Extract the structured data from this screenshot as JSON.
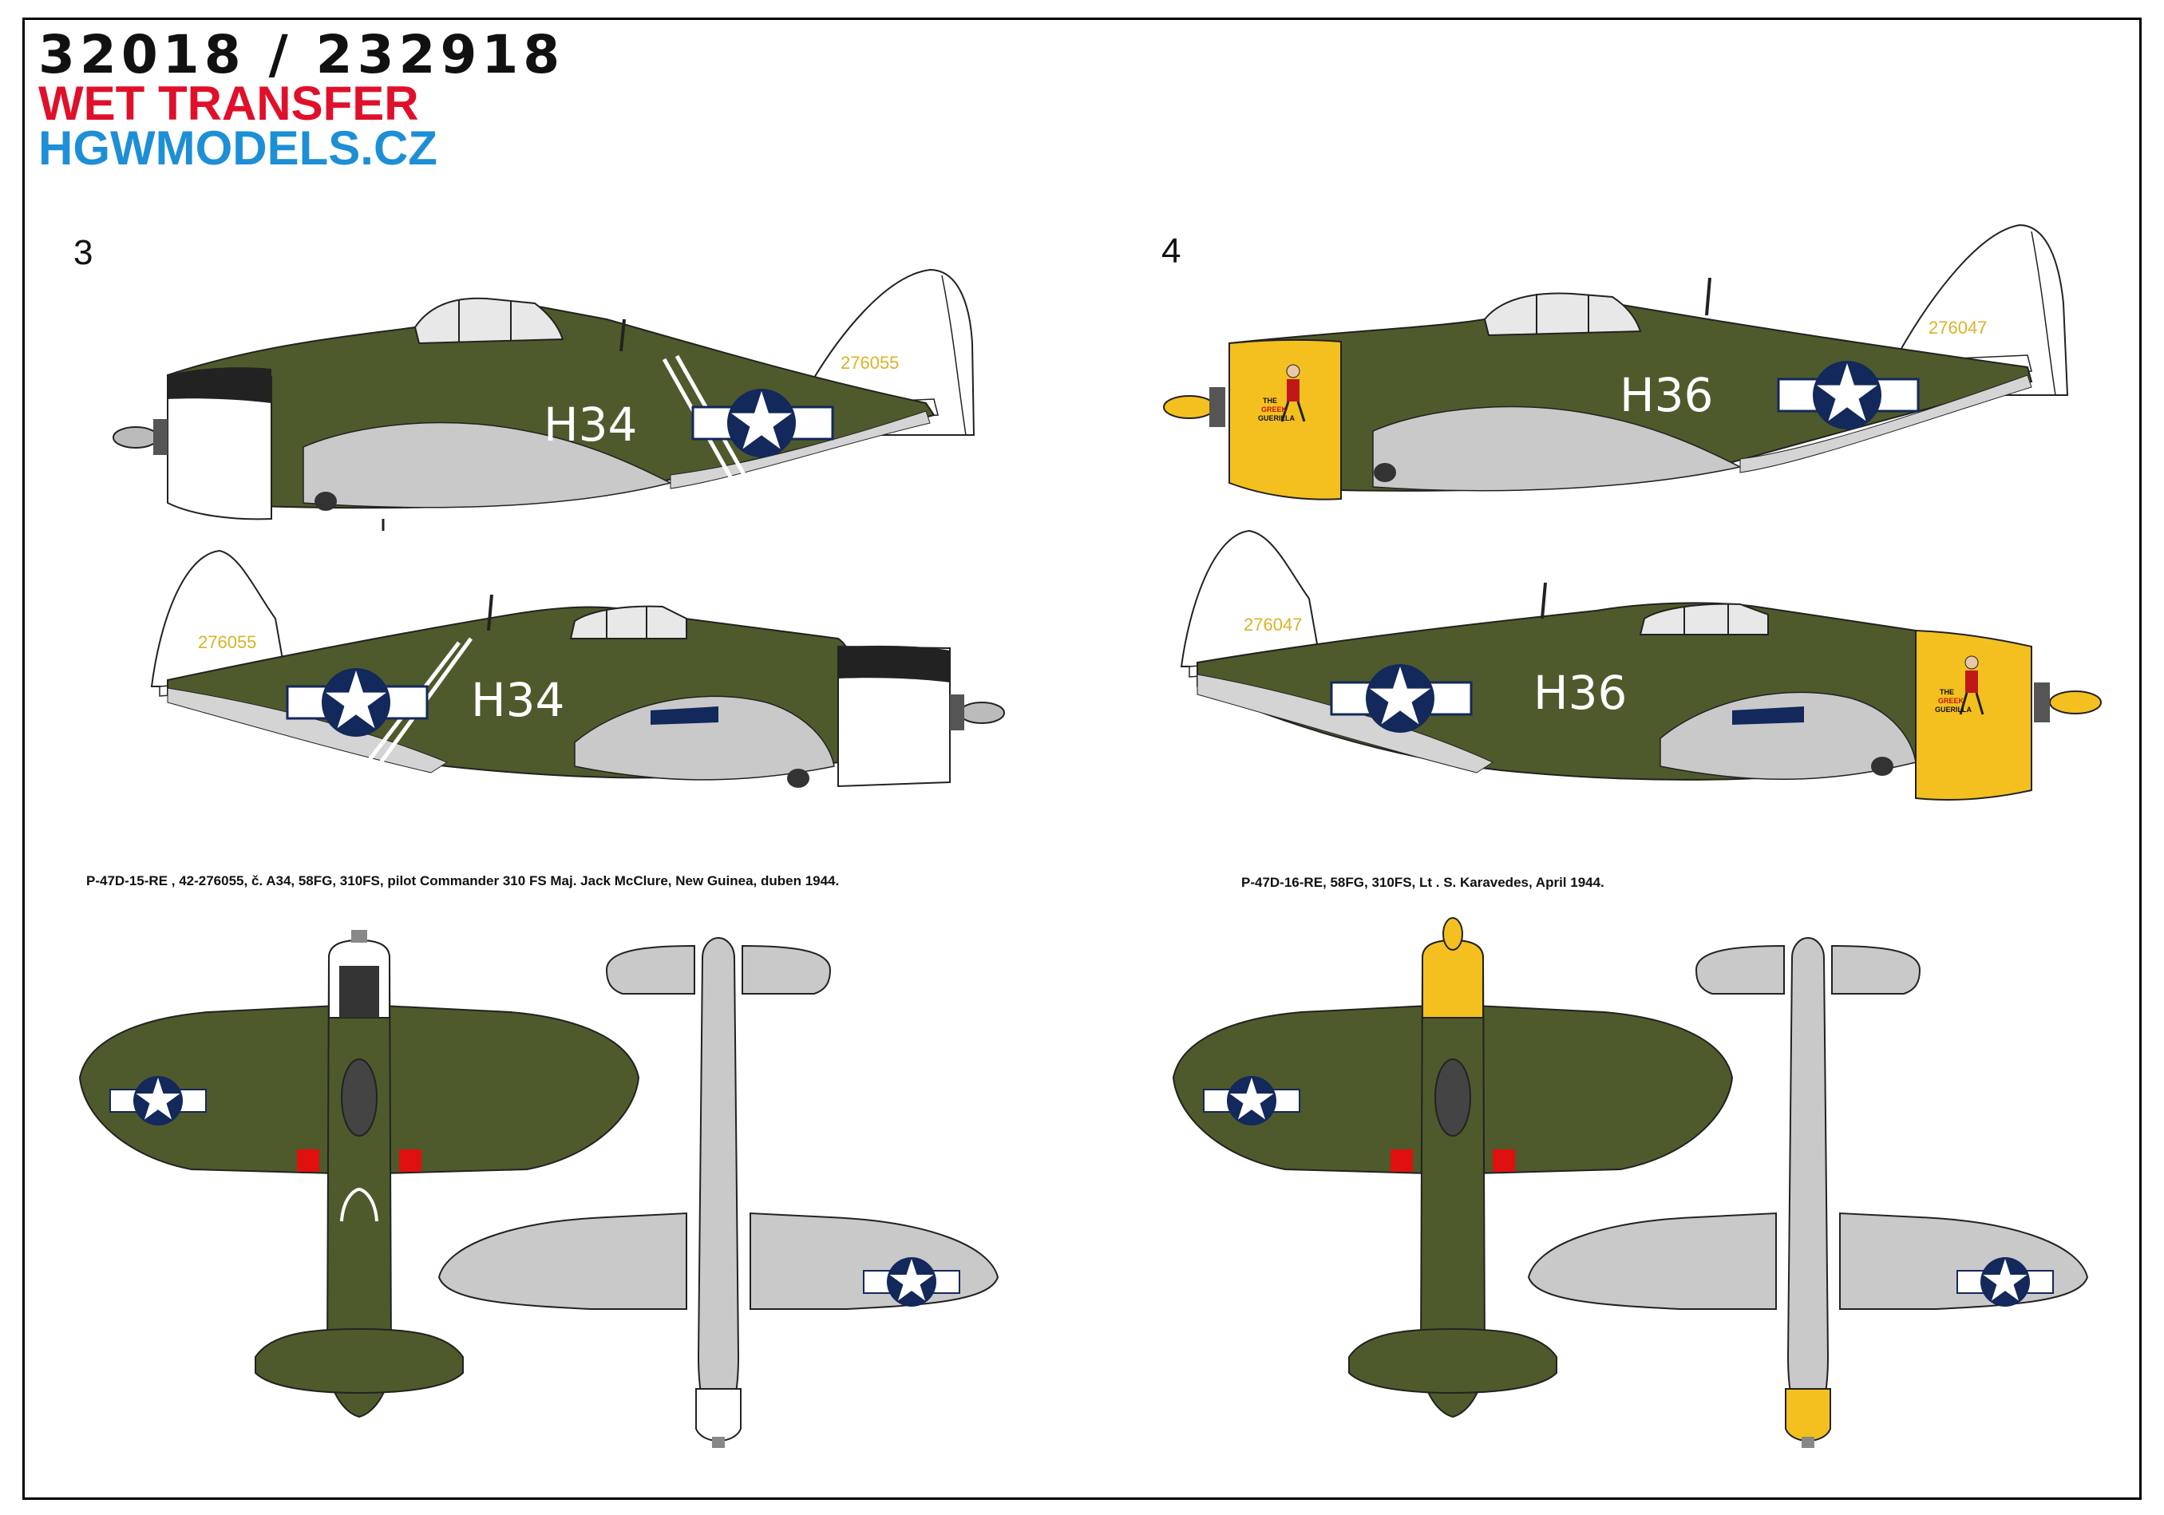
{
  "header": {
    "product_codes": "32018 / 232918",
    "product_type": "WET TRANSFER",
    "website": "HGWMODELS.CZ"
  },
  "colors": {
    "olive_drab": "#4e5a2b",
    "neutral_gray": "#c9c9c9",
    "cowl_yellow": "#f3c01f",
    "insignia_blue": "#13285b",
    "serial_yellow": "#d9b328",
    "header_red": "#e0102a",
    "header_blue": "#1d8fd6"
  },
  "profiles": [
    {
      "number": "3",
      "code": "H34",
      "serial": "276055",
      "cowl": "white",
      "caption": "P-47D-15-RE , 42-276055, č. A34, 58FG, 310FS, pilot Commander 310 FS  Maj. Jack McClure, New Guinea, duben 1944."
    },
    {
      "number": "4",
      "code": "H36",
      "serial": "276047",
      "cowl": "yellow",
      "nose_art": [
        "THE",
        "GREEK",
        "GUERILLA"
      ],
      "caption": "P-47D-16-RE, 58FG, 310FS, Lt . S. Karavedes, April 1944."
    }
  ]
}
